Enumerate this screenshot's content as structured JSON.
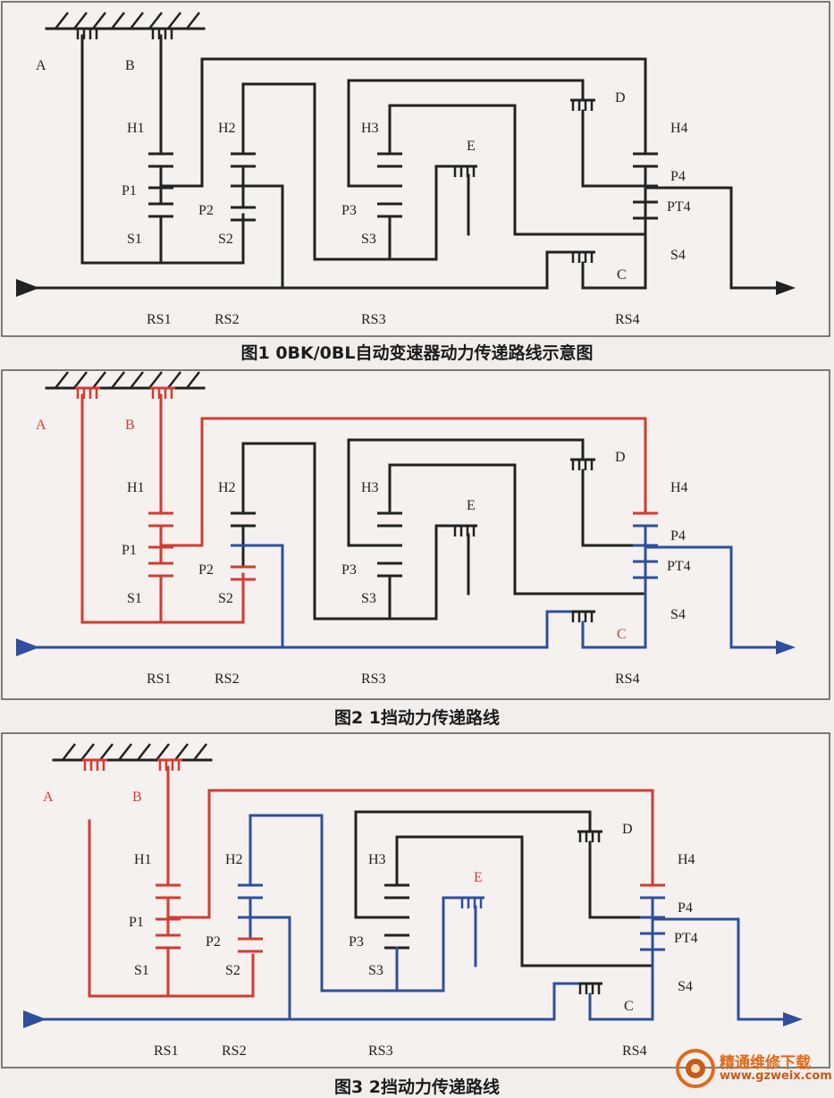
{
  "colors": {
    "black": "#222222",
    "red": "#d23c32",
    "blue": "#2f4e9b",
    "frame": "#555555"
  },
  "figures": [
    {
      "caption": "图1 0BK/0BL自动变速器动力传递路线示意图",
      "labels": {
        "A": "A",
        "B": "B",
        "D": "D",
        "E": "E",
        "C": "C",
        "H1": "H1",
        "H2": "H2",
        "H3": "H3",
        "H4": "H4",
        "P1": "P1",
        "P2": "P2",
        "P3": "P3",
        "P4": "P4",
        "PT4": "PT4",
        "S1": "S1",
        "S2": "S2",
        "S3": "S3",
        "S4": "S4",
        "RS1": "RS1",
        "RS2": "RS2",
        "RS3": "RS3",
        "RS4": "RS4"
      }
    },
    {
      "caption": "图2 1挡动力传递路线",
      "labels": {
        "A": "A",
        "B": "B",
        "D": "D",
        "E": "E",
        "C": "C",
        "H1": "H1",
        "H2": "H2",
        "H3": "H3",
        "H4": "H4",
        "P1": "P1",
        "P2": "P2",
        "P3": "P3",
        "P4": "P4",
        "PT4": "PT4",
        "S1": "S1",
        "S2": "S2",
        "S3": "S3",
        "S4": "S4",
        "RS1": "RS1",
        "RS2": "RS2",
        "RS3": "RS3",
        "RS4": "RS4"
      }
    },
    {
      "caption": "图3 2挡动力传递路线",
      "labels": {
        "A": "A",
        "B": "B",
        "D": "D",
        "E": "E",
        "C": "C",
        "H1": "H1",
        "H2": "H2",
        "H3": "H3",
        "H4": "H4",
        "P1": "P1",
        "P2": "P2",
        "P3": "P3",
        "P4": "P4",
        "PT4": "PT4",
        "S1": "S1",
        "S2": "S2",
        "S3": "S3",
        "S4": "S4",
        "RS1": "RS1",
        "RS2": "RS2",
        "RS3": "RS3",
        "RS4": "RS4"
      }
    }
  ],
  "watermark": {
    "name": "精通维修下载",
    "url": "www.gzweix.com"
  }
}
